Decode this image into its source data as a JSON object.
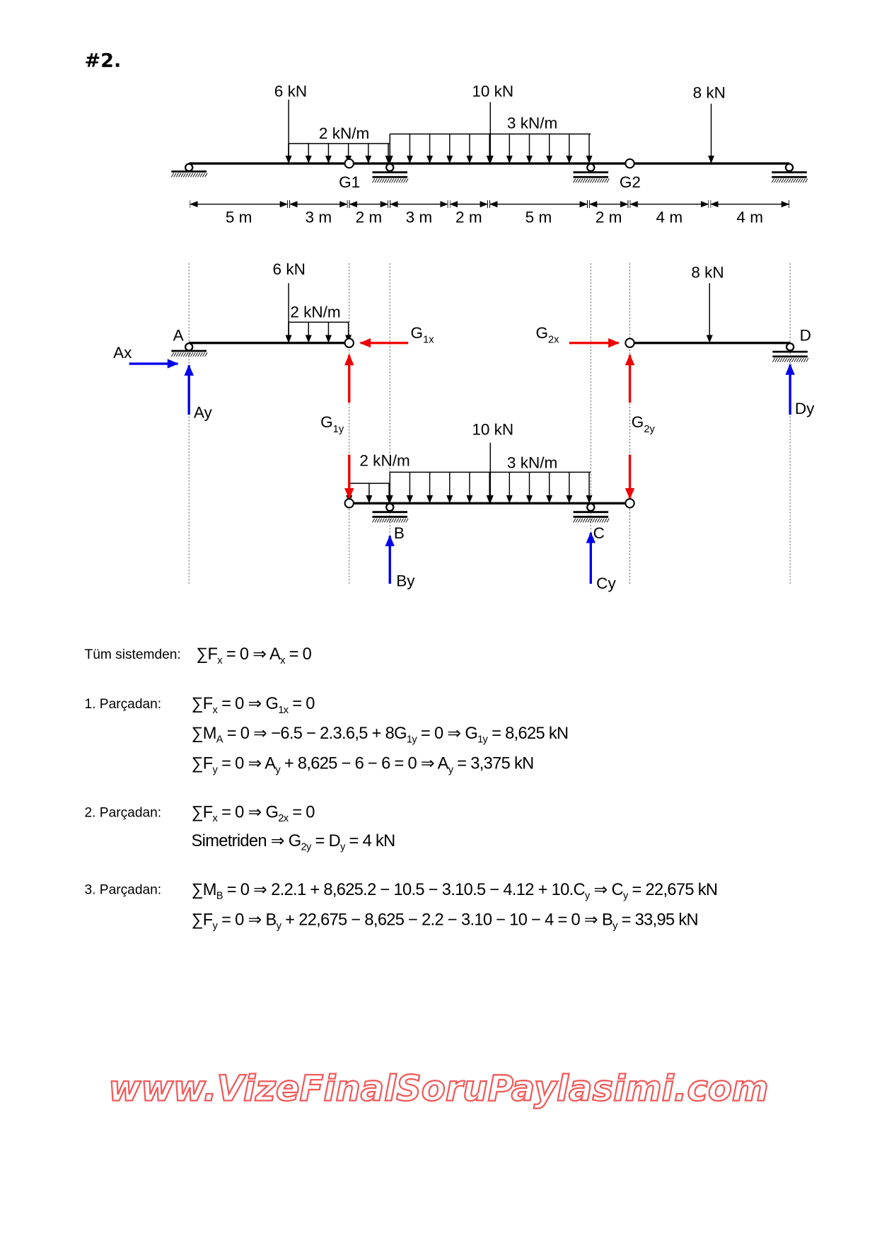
{
  "title": "#2.",
  "top_beam": {
    "loads": {
      "p1": "6 kN",
      "p2": "10 kN",
      "p3": "8 kN",
      "w1": "2 kN/m",
      "w2": "3 kN/m"
    },
    "hinges": {
      "g1": "G1",
      "g2": "G2"
    },
    "dimensions": [
      "5 m",
      "3 m",
      "2 m",
      "3 m",
      "2 m",
      "5 m",
      "2 m",
      "4 m",
      "4 m"
    ]
  },
  "fbd": {
    "part1": {
      "p": "6 kN",
      "w": "2 kN/m",
      "a": "A",
      "ax": "Ax",
      "ay": "Ay",
      "g1x": [
        "G",
        "1x"
      ],
      "g1y": [
        "G",
        "1y"
      ]
    },
    "part2": {
      "p": "8 kN",
      "d": "D",
      "dy": "Dy",
      "g2x": [
        "G",
        "2x"
      ],
      "g2y": [
        "G",
        "2y"
      ]
    },
    "part3": {
      "p": "10 kN",
      "w1": "2 kN/m",
      "w2": "3 kN/m",
      "b": "B",
      "by": "By",
      "c": "C",
      "cy": "Cy"
    }
  },
  "colors": {
    "reaction": "#0000ee",
    "internal": "#ee0000",
    "watermark": "#f05a5a"
  },
  "equations": [
    {
      "label": "Tüm sistemden:",
      "lines": [
        [
          "∑F",
          "x",
          " = 0 ⇒ A",
          "x",
          " = 0"
        ]
      ]
    },
    {
      "label": "1. Parçadan:",
      "lines": [
        [
          "∑F",
          "x",
          " = 0 ⇒ G",
          "1x",
          " = 0"
        ],
        [
          "∑M",
          "A",
          " = 0 ⇒ −6.5 − 2.3.6,5 + 8G",
          "1y",
          " = 0 ⇒ G",
          "1y",
          " = 8,625 kN"
        ],
        [
          "∑F",
          "y",
          " = 0 ⇒ A",
          "y",
          " + 8,625 − 6 − 6 = 0 ⇒ A",
          "y",
          " = 3,375 kN"
        ]
      ]
    },
    {
      "label": "2. Parçadan:",
      "lines": [
        [
          "∑F",
          "x",
          " = 0 ⇒ G",
          "2x",
          " = 0"
        ],
        [
          "Simetriden ⇒ G",
          "2y",
          " = D",
          "y",
          " = 4 kN"
        ]
      ]
    },
    {
      "label": "3. Parçadan:",
      "lines": [
        [
          "∑M",
          "B",
          " = 0 ⇒ 2.2.1 + 8,625.2 − 10.5 − 3.10.5 − 4.12 + 10.C",
          "y",
          " ⇒ C",
          "y",
          " = 22,675 kN"
        ],
        [
          "∑F",
          "y",
          " = 0 ⇒ B",
          "y",
          " + 22,675 − 8,625 − 2.2 − 3.10 − 10 − 4 = 0 ⇒ B",
          "y",
          " = 33,95 kN"
        ]
      ]
    }
  ],
  "watermark": "www.VizeFinalSoruPaylasimi.com"
}
